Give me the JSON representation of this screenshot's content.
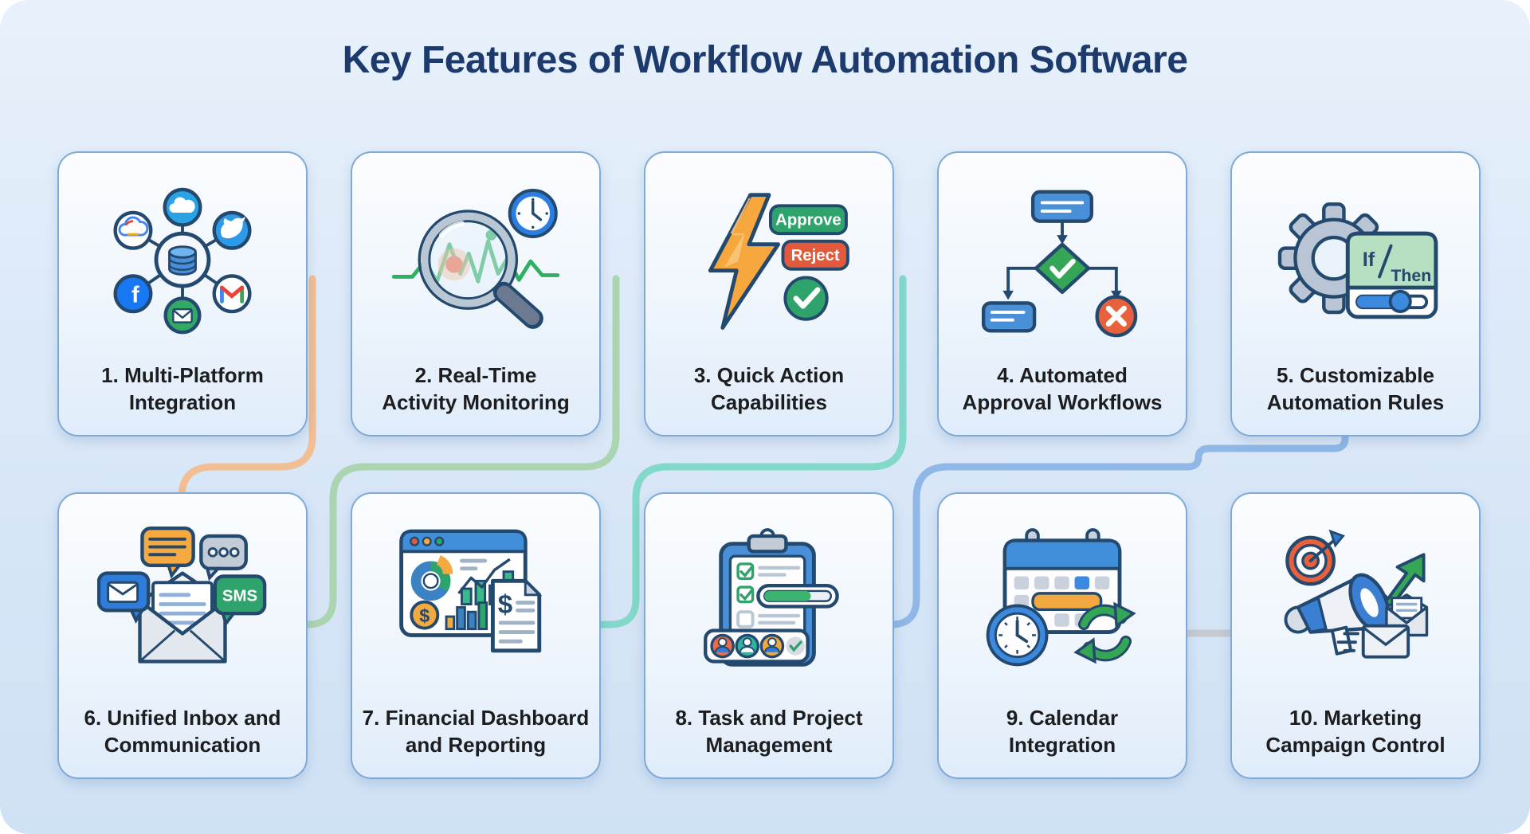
{
  "title": "Key Features of Workflow Automation Software",
  "cards": [
    {
      "label": "1. Multi-Platform Integration"
    },
    {
      "label": "2. Real-Time Activity Monitoring"
    },
    {
      "label": "3. Quick Action Capabilities"
    },
    {
      "label": "4. Automated Approval Workflows"
    },
    {
      "label": "5. Customizable Automation Rules"
    },
    {
      "label": "6. Unified Inbox and Communication"
    },
    {
      "label": "7. Financial Dashboard and Reporting"
    },
    {
      "label": "8. Task and Project Management"
    },
    {
      "label": "9. Calendar Integration"
    },
    {
      "label": "10. Marketing Campaign Control"
    }
  ],
  "icon_text": {
    "approve": "Approve",
    "reject": "Reject",
    "sms": "SMS",
    "if_label": "If",
    "then_label": "Then",
    "dollar": "$",
    "facebook_f": "f"
  },
  "colors": {
    "background": "#D9E7F8",
    "card_border": "#7FA9D6",
    "title_text": "#1C3A6B",
    "label_text": "#1D1D1F",
    "connector_orange": "#F2BE93",
    "connector_green": "#ABD4B0",
    "connector_teal": "#82D8C9",
    "connector_blue": "#8FB8E6",
    "connector_gray": "#C5CAD0",
    "accent_blue": "#3B82C4",
    "accent_green": "#2EA36B",
    "accent_orange": "#F2A93F",
    "accent_red": "#E2593B",
    "outline_navy": "#24496E"
  }
}
